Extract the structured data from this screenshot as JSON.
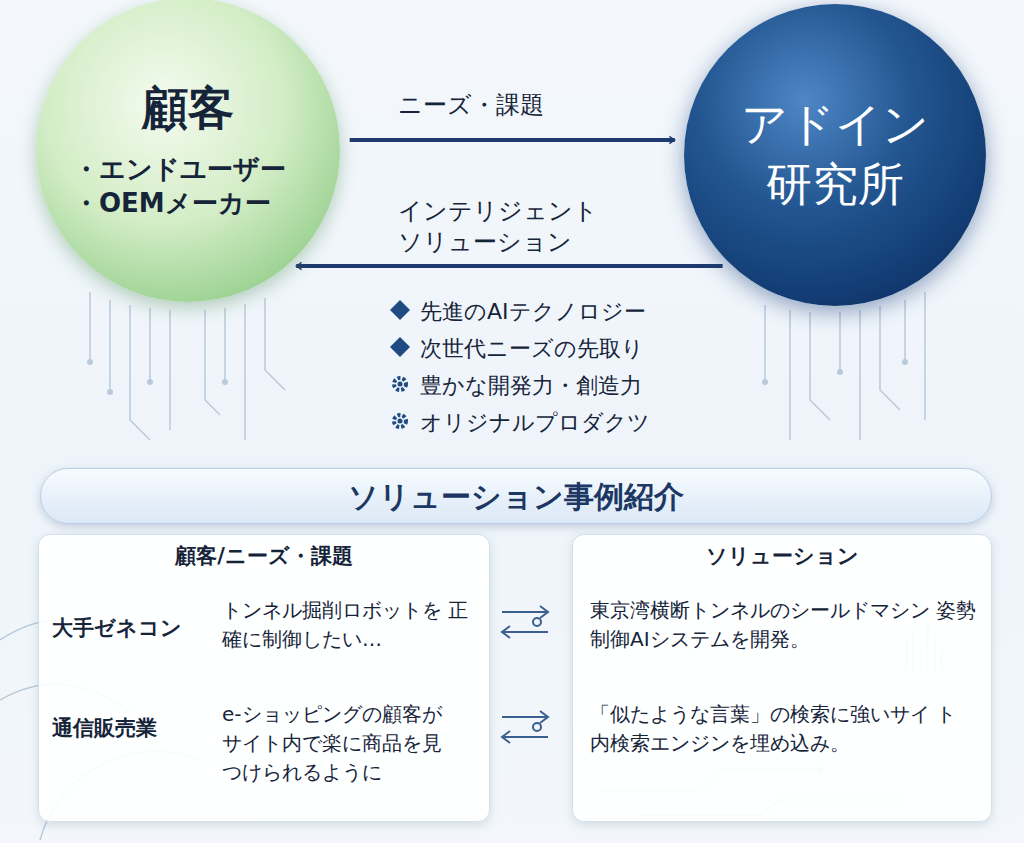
{
  "diagram": {
    "nodes": [
      {
        "text": [
          "顧客",
          "・エンドユーザー",
          "・OEMメーカー"
        ]
      },
      {
        "text": [
          "アドイン 研究所"
        ]
      },
      {
        "text": [
          "ソリューション事例紹介"
        ]
      },
      {
        "text": [
          "顧客/ニーズ・課題"
        ]
      },
      {
        "text": [
          "ソリューション"
        ]
      }
    ],
    "edges": [
      {
        "from": 0,
        "to": 1,
        "arrow": "to",
        "label": "ニーズ・課題"
      },
      {
        "from": 1,
        "to": 0,
        "arrow": "to",
        "label": "インテリジェント ソリューション"
      }
    ],
    "labels": [
      "先進のAIテクノロジー",
      "次世代ニーズの先取り",
      "豊かな開発力・創造力",
      "オリジナルプロダクツ",
      "大手ゼネコン",
      "トンネル掘削ロボットを 正確に制御したい…",
      "東京湾横断トンネルのシールドマシン 姿勢制御AIシステムを開発。",
      "通信販売業",
      "e-ショッピングの顧客が サイト内で楽に商品を見 つけられるように",
      "「似たような言葉」の検索に強いサイ ト内検索エンジンを埋め込み。"
    ]
  }
}
